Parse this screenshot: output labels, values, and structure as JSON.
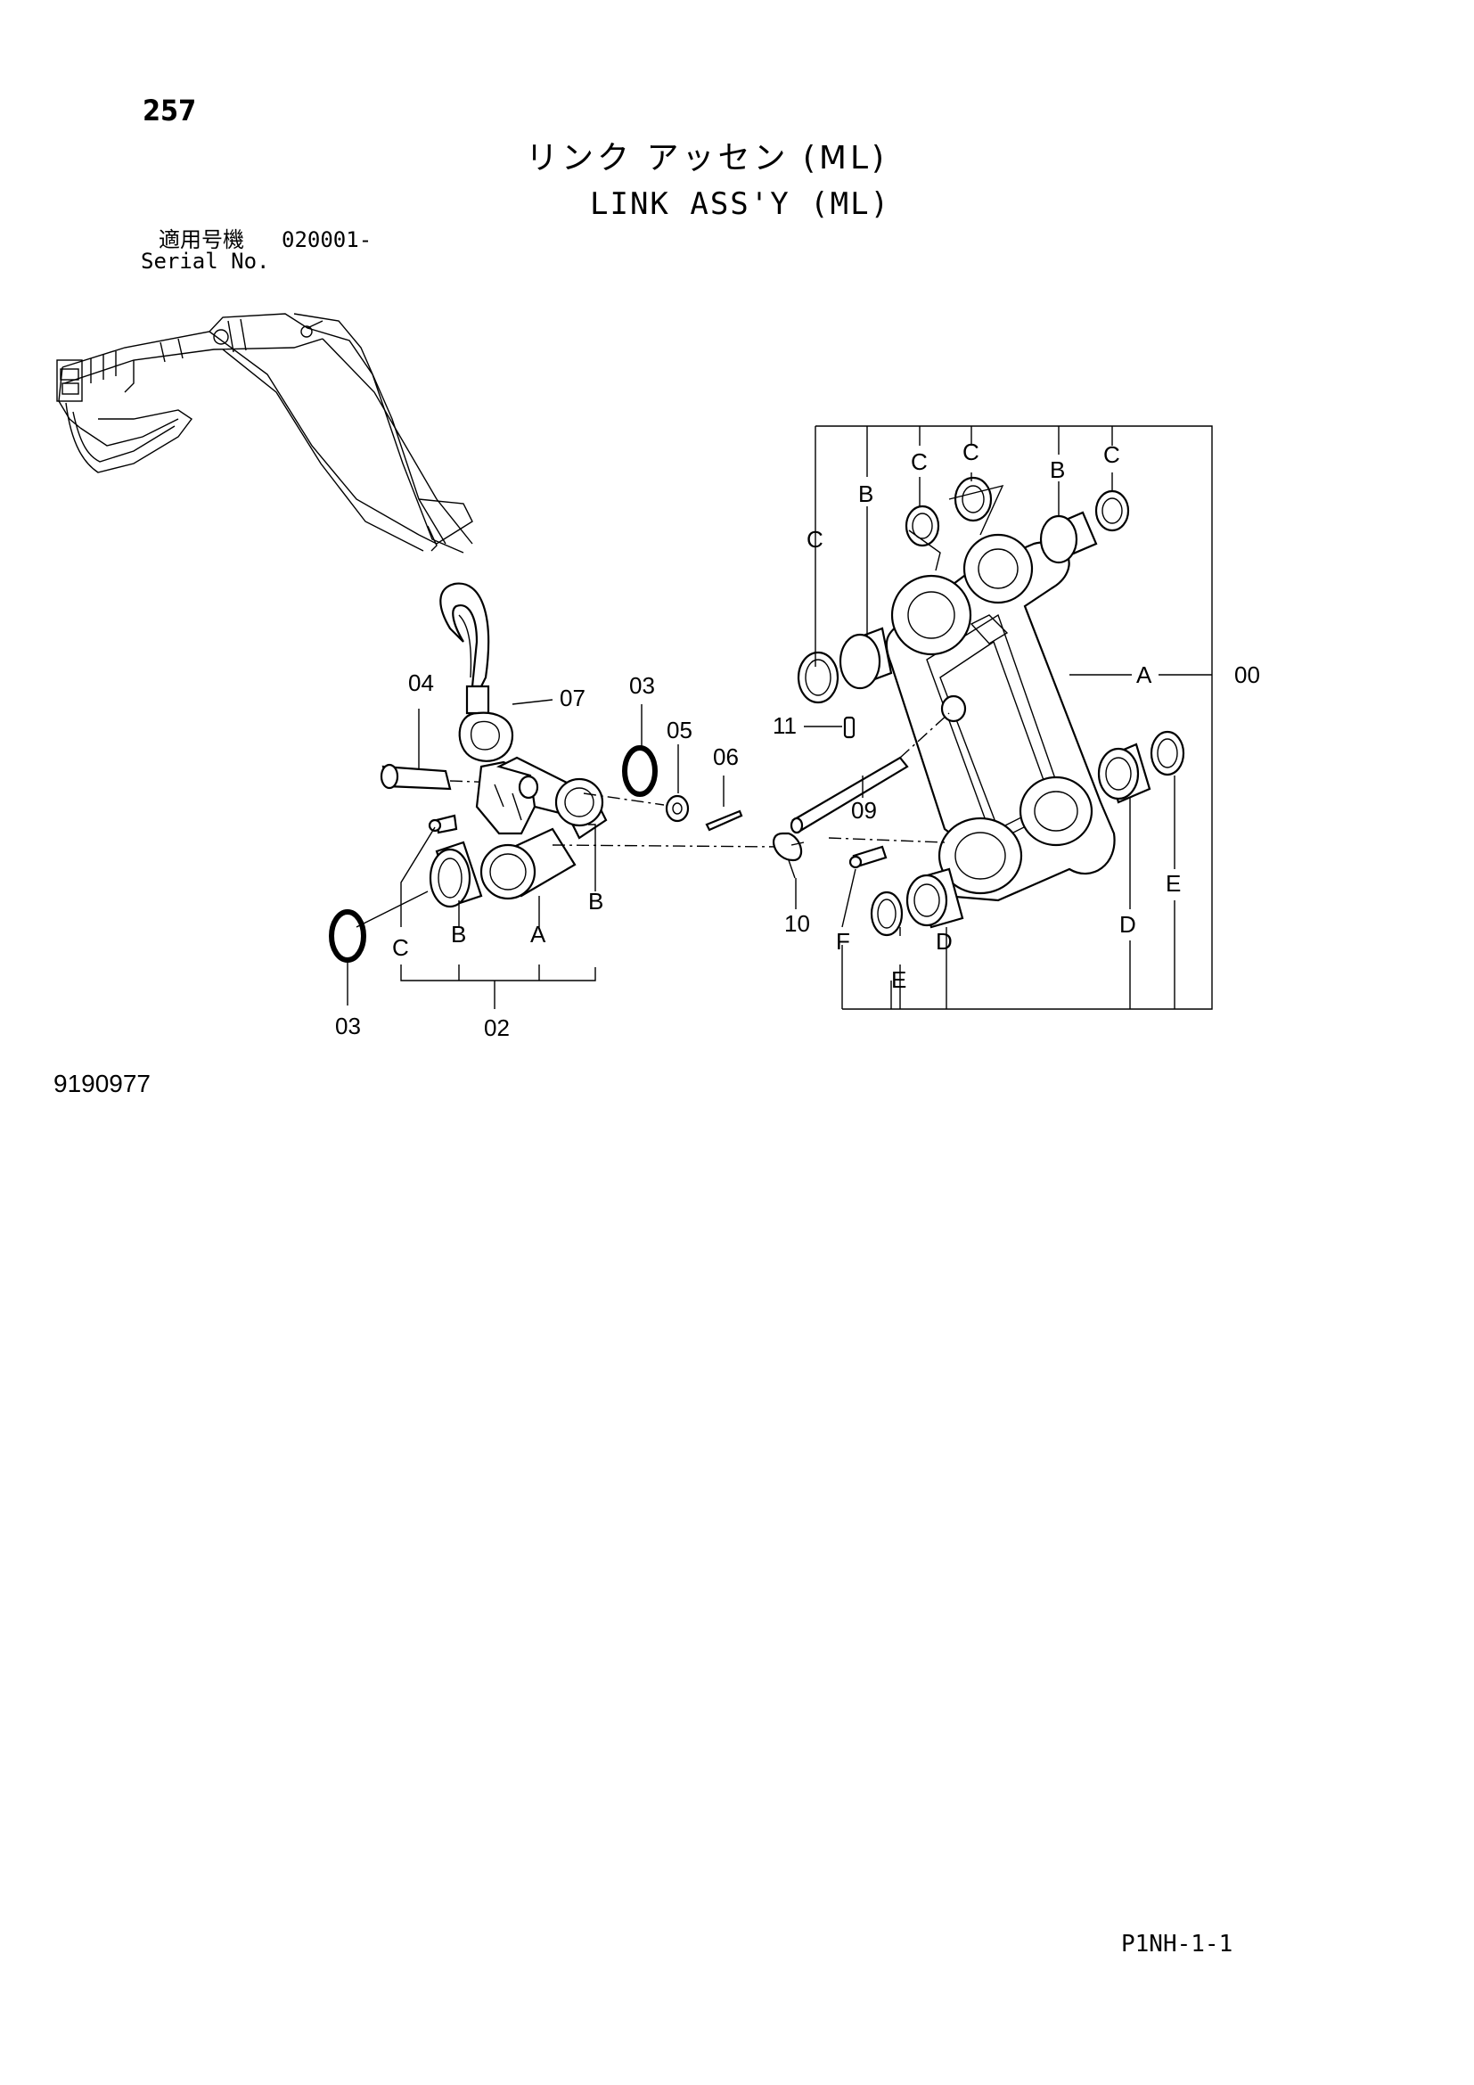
{
  "page_number": "257",
  "title_jp": "リンク アッセン (ML)",
  "title_en": "LINK ASS'Y (ML)",
  "serial": {
    "label_jp": "適用号機",
    "label_en": "Serial No.",
    "value": "020001-"
  },
  "figure_number": "9190977",
  "page_code": "P1NH-1-1",
  "callouts": {
    "p00": "00",
    "p02": "02",
    "p03a": "03",
    "p03b": "03",
    "p04": "04",
    "p05": "05",
    "p06": "06",
    "p07": "07",
    "p09": "09",
    "p10": "10",
    "p11": "11",
    "a1": "A",
    "a2": "A",
    "b1": "B",
    "b2": "B",
    "b3": "B",
    "b4": "B",
    "c1": "C",
    "c2": "C",
    "c3": "C",
    "c4": "C",
    "c5": "C",
    "d1": "D",
    "d2": "D",
    "e1": "E",
    "e2": "E",
    "f1": "F"
  }
}
